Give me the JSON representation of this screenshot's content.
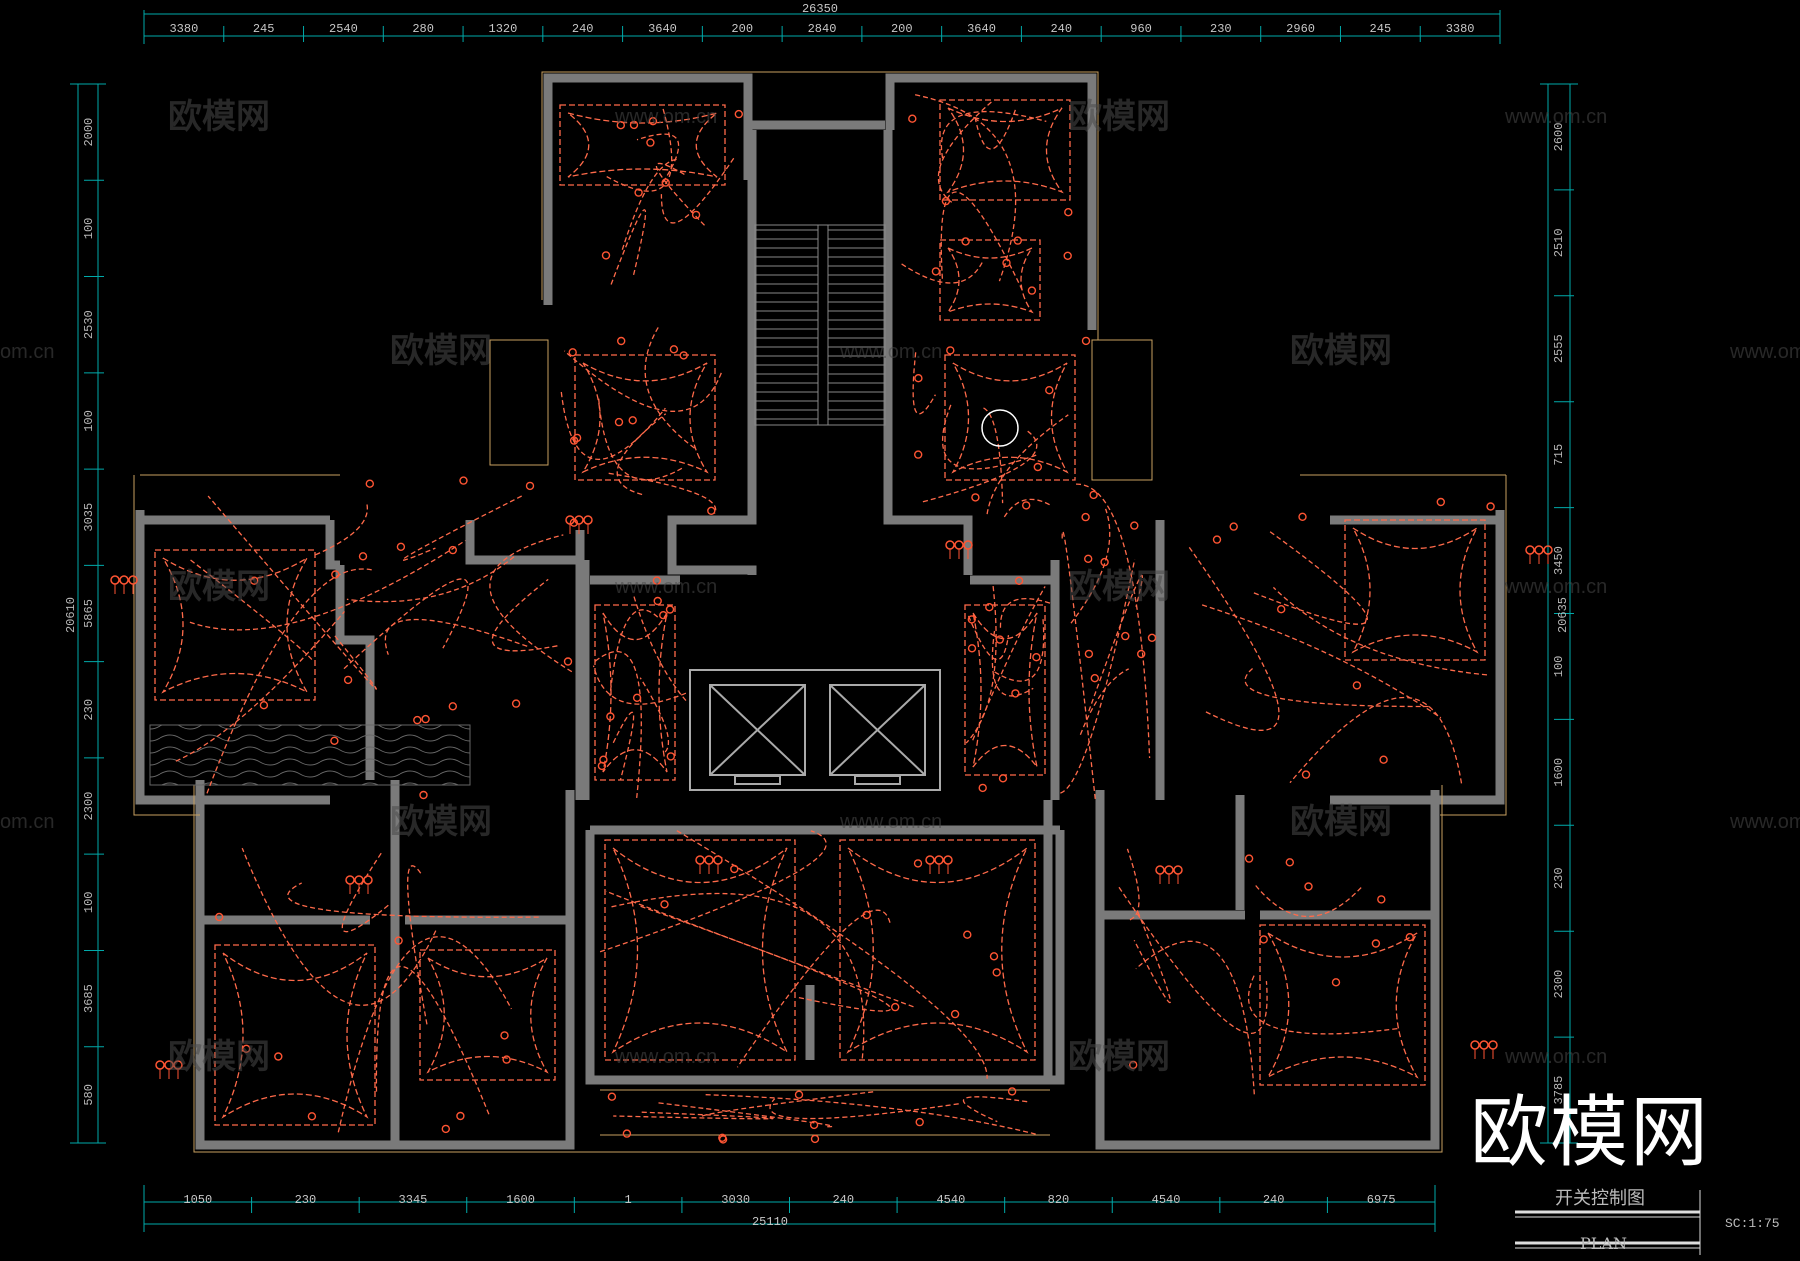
{
  "dims_top": {
    "total": "26350",
    "segments": [
      "3380",
      "245",
      "2540",
      "280",
      "1320",
      "240",
      "3640",
      "200",
      "2840",
      "200",
      "3640",
      "240",
      "960",
      "230",
      "2960",
      "245",
      "3380"
    ]
  },
  "dims_bottom": {
    "total": "25110",
    "segments": [
      "1050",
      "230",
      "3345",
      "1600",
      "1",
      "3030",
      "240",
      "4540",
      "820",
      "4540",
      "240",
      "6975"
    ]
  },
  "dims_left": {
    "total": "20610",
    "segments": [
      "2000",
      "100",
      "2530",
      "100",
      "3035",
      "5865",
      "230",
      "2300",
      "100",
      "3685",
      "580"
    ]
  },
  "dims_right": {
    "total": "20635",
    "segments": [
      "2600",
      "2510",
      "2555",
      "715",
      "3450",
      "100",
      "1600",
      "230",
      "2300",
      "3785"
    ]
  },
  "watermarks": {
    "brand": "欧模网",
    "url": "www.om.cn",
    "url_partial": "om.cn",
    "big": "欧模网"
  },
  "title_block": {
    "title": "开关控制图",
    "subtitle": "PLAN",
    "scale": "SC:1:75"
  },
  "colors": {
    "wall": "#7a7a7a",
    "wall_edge": "#c8a060",
    "circuit": "#ff6a4a",
    "dimension": "#00c8c8",
    "fixture": "#ff5533"
  }
}
